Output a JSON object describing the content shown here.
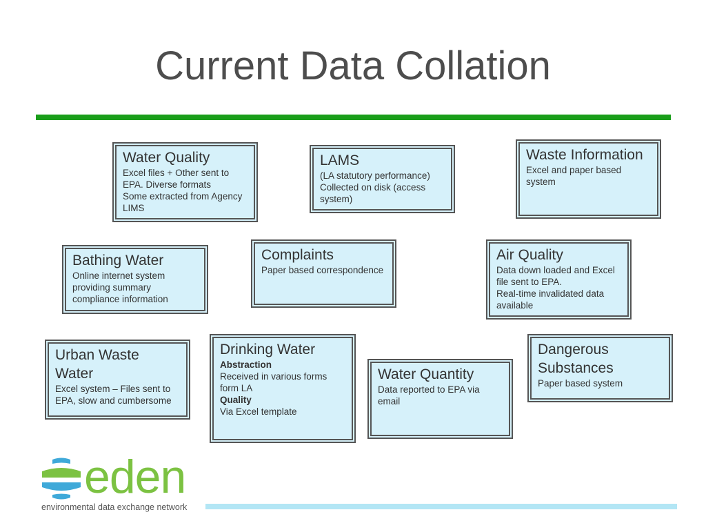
{
  "title": "Current Data Collation",
  "boxes": {
    "water_quality": {
      "heading": "Water Quality",
      "body": "Excel files + Other sent to EPA.  Diverse formats\nSome extracted from Agency LIMS"
    },
    "lams": {
      "heading": "LAMS",
      "body": "(LA statutory performance)\nCollected on disk (access system)"
    },
    "waste_information": {
      "heading": "Waste Information",
      "body": "Excel and paper based system"
    },
    "bathing_water": {
      "heading": "Bathing Water",
      "body": "Online internet system providing summary compliance information"
    },
    "complaints": {
      "heading": "Complaints",
      "body": "Paper based correspondence"
    },
    "air_quality": {
      "heading": "Air Quality",
      "body": "Data down loaded and Excel file sent to EPA.\nReal-time invalidated data available"
    },
    "urban_waste_water": {
      "heading": "Urban Waste Water",
      "body": "Excel system – Files sent to EPA, slow and cumbersome"
    },
    "drinking_water": {
      "heading": "Drinking Water",
      "abstraction_label": "Abstraction",
      "abstraction_text": "Received in various forms form LA",
      "quality_label": "Quality",
      "quality_text": "Via Excel template"
    },
    "water_quantity": {
      "heading": "Water Quantity",
      "body": "Data reported to EPA via email"
    },
    "dangerous_substances": {
      "heading": "Dangerous Substances",
      "body": "Paper based system"
    }
  },
  "logo": {
    "wordmark": "eden",
    "tagline": "environmental data exchange network"
  },
  "colors": {
    "title_rule": "#1a9e1a",
    "box_fill": "#d6f1fa",
    "box_border": "#555555",
    "logo_green": "#7cc242",
    "logo_blue": "#3fa9d9",
    "footer_bar": "#b3e6f5"
  }
}
